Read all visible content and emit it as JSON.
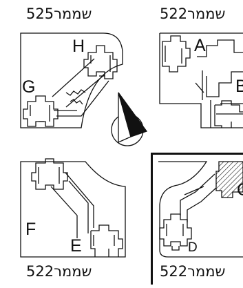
{
  "captions": {
    "top_left": "525שממר",
    "top_right": "522שממר",
    "bottom_left": "522שממר",
    "bottom_right": "522שממר"
  },
  "points": {
    "A": "A",
    "B": "B",
    "C": "C",
    "D": "D",
    "E": "E",
    "F": "F",
    "G": "G",
    "H": "H"
  },
  "highlighted_panel": "bottom_right"
}
